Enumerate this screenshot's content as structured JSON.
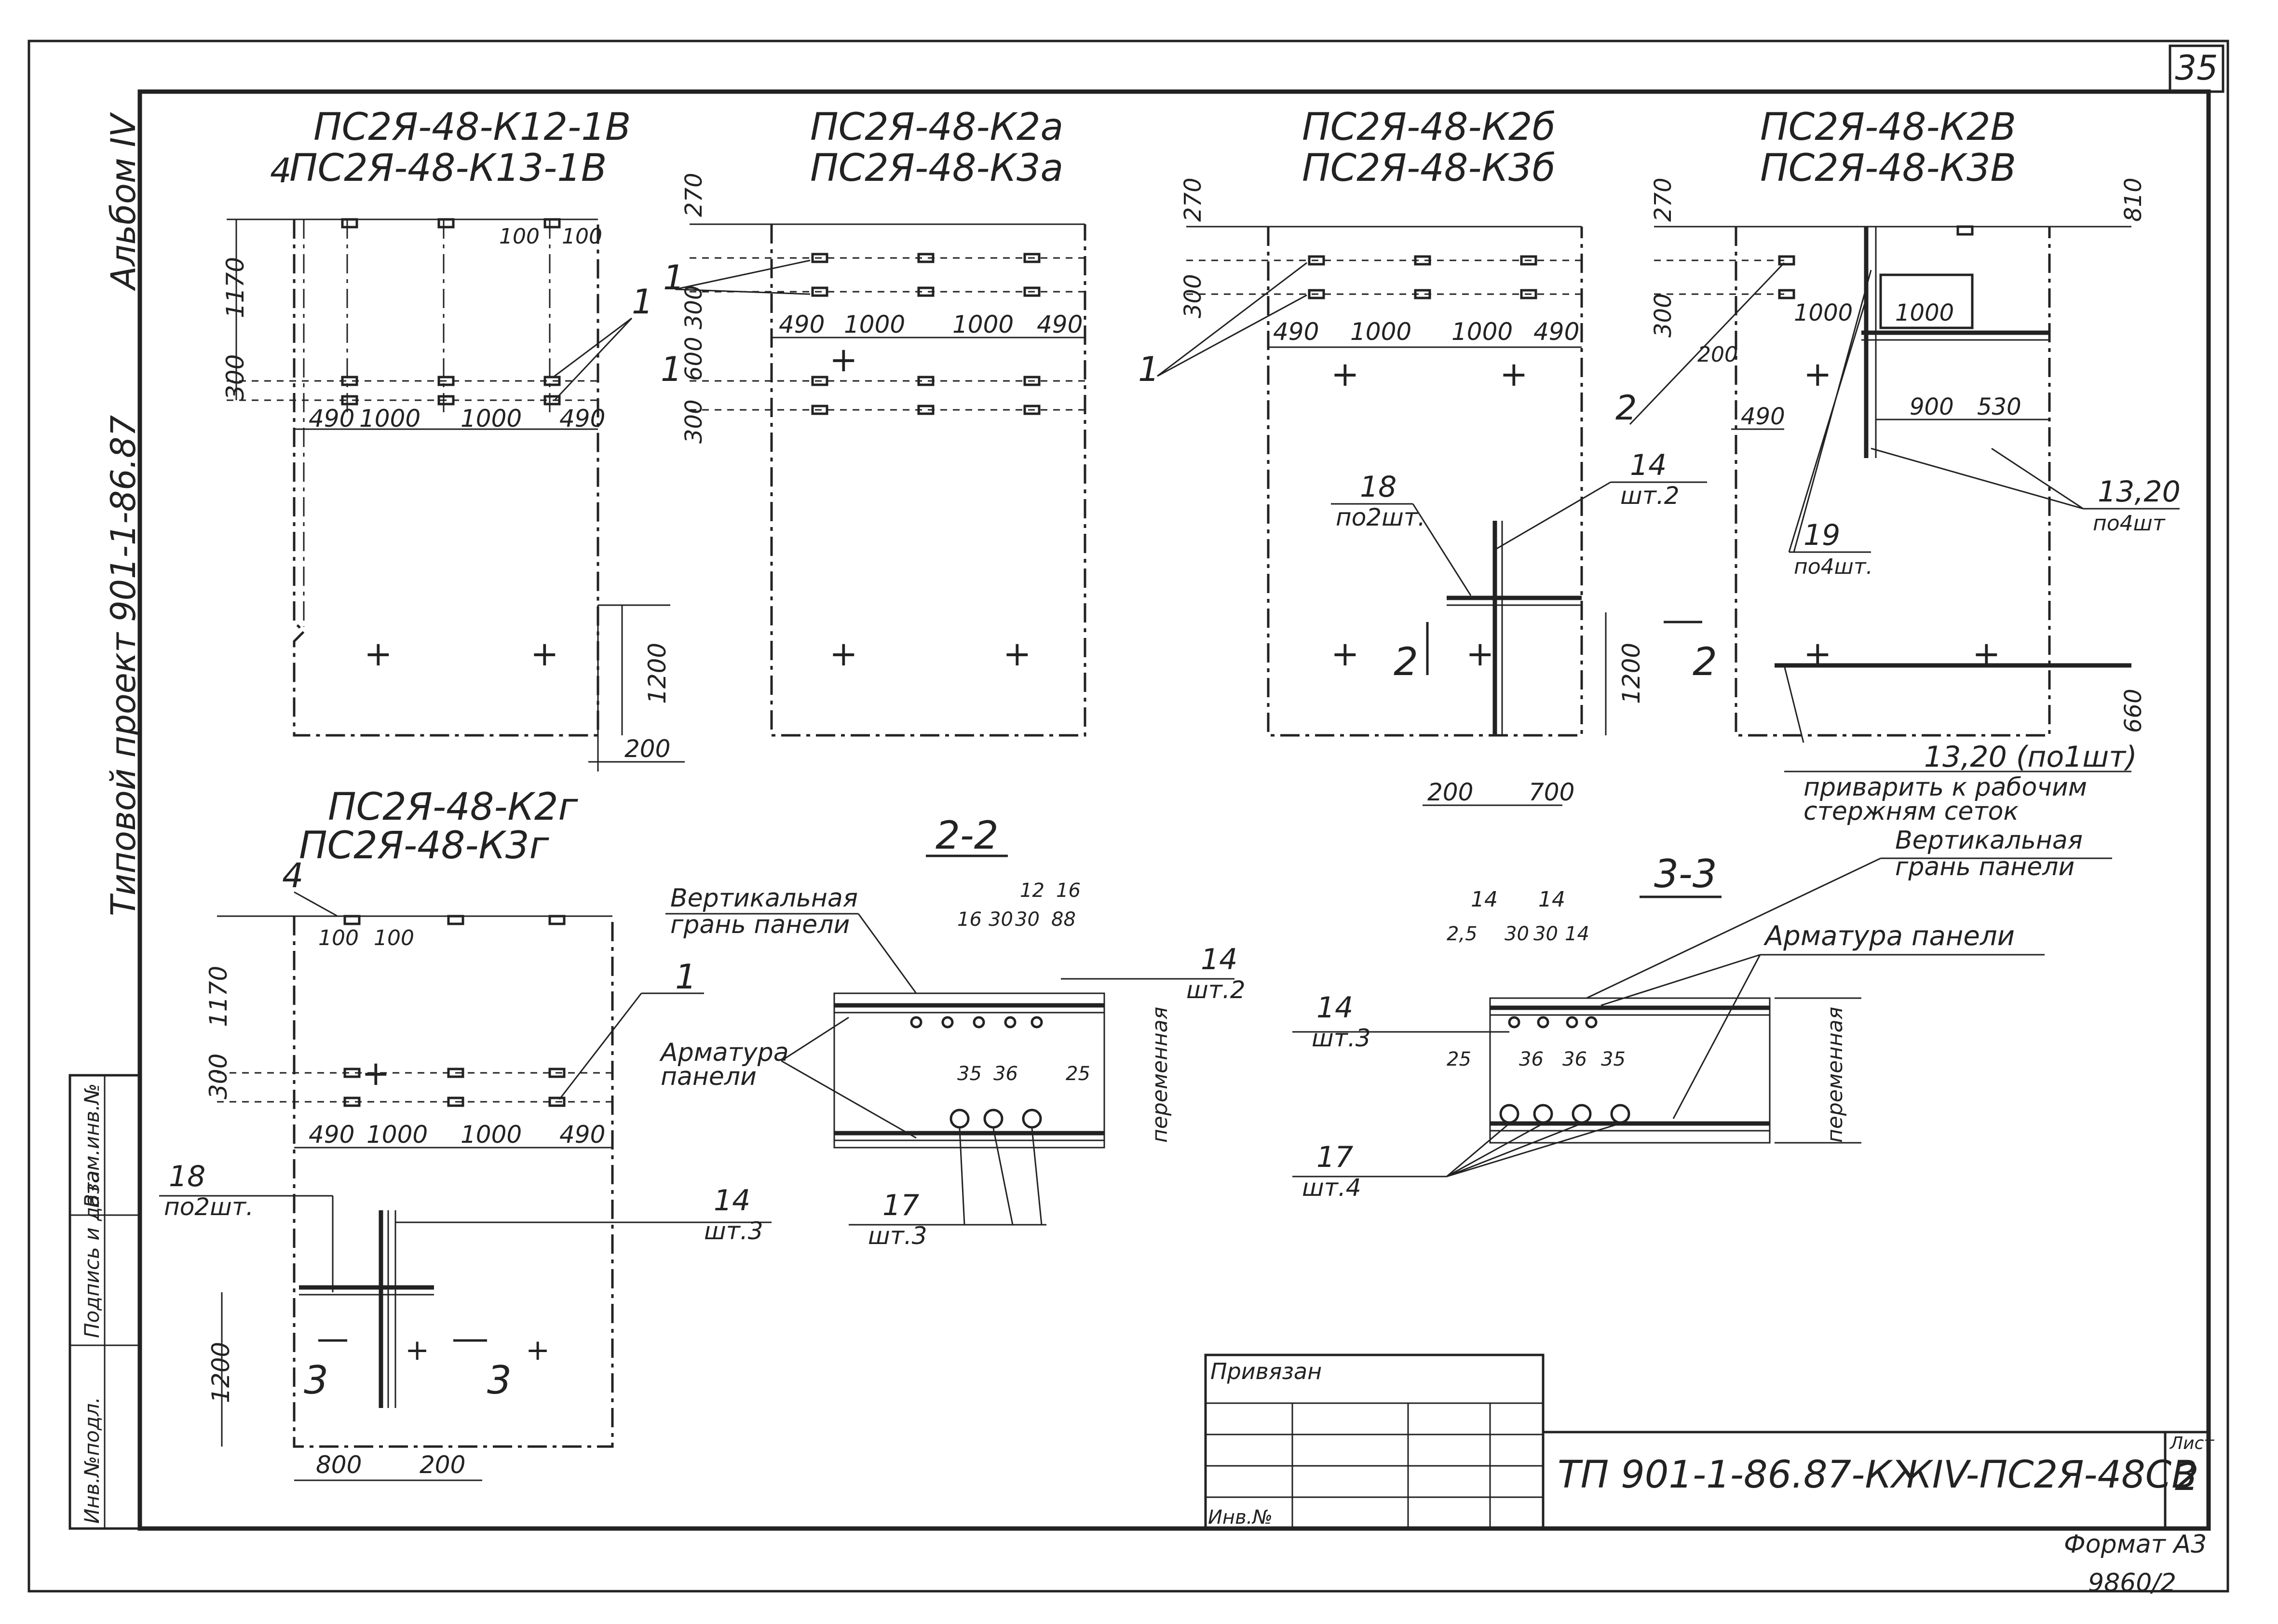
{
  "sheet_number": "35",
  "side_labels": {
    "album": "Альбом IV",
    "project": "Типовой проект 901-1-86.87"
  },
  "views": {
    "v1": {
      "title1": "ПС2Я-48-К12-1В",
      "title2": "ПС2Я-48-К13-1В"
    },
    "v2": {
      "title1": "ПС2Я-48-К2а",
      "title2": "ПС2Я-48-К3а"
    },
    "v3": {
      "title1": "ПС2Я-48-К2б",
      "title2": "ПС2Я-48-К3б"
    },
    "v4": {
      "title1": "ПС2Я-48-К2В",
      "title2": "ПС2Я-48-К3В"
    },
    "v5": {
      "title1": "ПС2Я-48-К2г",
      "title2": "ПС2Я-48-К3г"
    }
  },
  "dims": {
    "d1170": "1170",
    "d300": "300",
    "d100": "100",
    "d490": "490",
    "d1000": "1000",
    "d1200": "1200",
    "d200": "200",
    "d270": "270",
    "d600_300": "600 300",
    "d700": "700",
    "d800": "800",
    "d900": "900",
    "d530": "530",
    "d810": "810",
    "d660": "660",
    "d16": "16",
    "d30": "30",
    "d12": "12",
    "d88": "88",
    "d35": "35",
    "d36": "36",
    "d25": "25",
    "d14": "14",
    "d2_5": "2,5"
  },
  "marks": {
    "m1": "1",
    "m2": "2",
    "m4": "4",
    "m14": "14",
    "m17": "17",
    "m18": "18",
    "m19": "19",
    "m13_20": "13,20",
    "po2sht": "по2шт.",
    "sht2": "шт.2",
    "sht3": "шт.3",
    "sht4": "шт.4",
    "po4sht": "по4шт.",
    "po4sht_b": "по4шт",
    "weld_1": "13,20 (по1шт)",
    "weld_2": "приварить к рабочим",
    "weld_3": "стержням сеток"
  },
  "sections": {
    "s22": "2-2",
    "s33": "3-3",
    "cut2": "2",
    "cut3": "3",
    "vert_face_1": "Вертикальная",
    "vert_face_2": "грань панели",
    "armatura_1": "Арматура",
    "armatura_2": "панели",
    "armatura_full": "Арматура панели",
    "variable": "переменная"
  },
  "title_block": {
    "privyazan": "Привязан",
    "inv_no": "Инв.№",
    "code": "ТП 901-1-86.87-КЖIV-ПС2Я-48СВ",
    "sheet_label": "Лист",
    "sheet": "2",
    "format": "Формат А3",
    "archive": "9860/2"
  },
  "stamp": {
    "inv_podl": "Инв.№подл.",
    "podpis": "Подпись и дата",
    "vzam": "Взам.инв.№"
  }
}
